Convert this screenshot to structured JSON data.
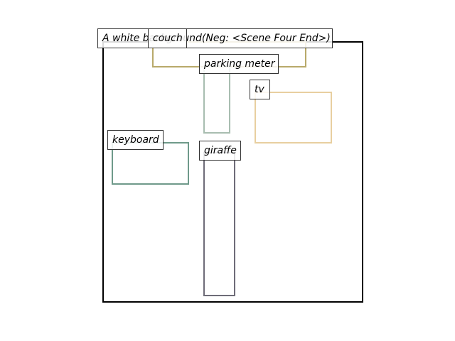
{
  "colors": {
    "frame": "#000000",
    "couch": "#b8a96a",
    "parking_meter": "#a8bdb0",
    "tv": "#e8cfa0",
    "keyboard": "#6f9a8a",
    "giraffe": "#6e6c78"
  },
  "labels": {
    "background": "A white background(Neg: <Scene Four End>)",
    "couch": "couch",
    "parking_meter": "parking meter",
    "tv": "tv",
    "keyboard": "keyboard",
    "giraffe": "giraffe"
  }
}
